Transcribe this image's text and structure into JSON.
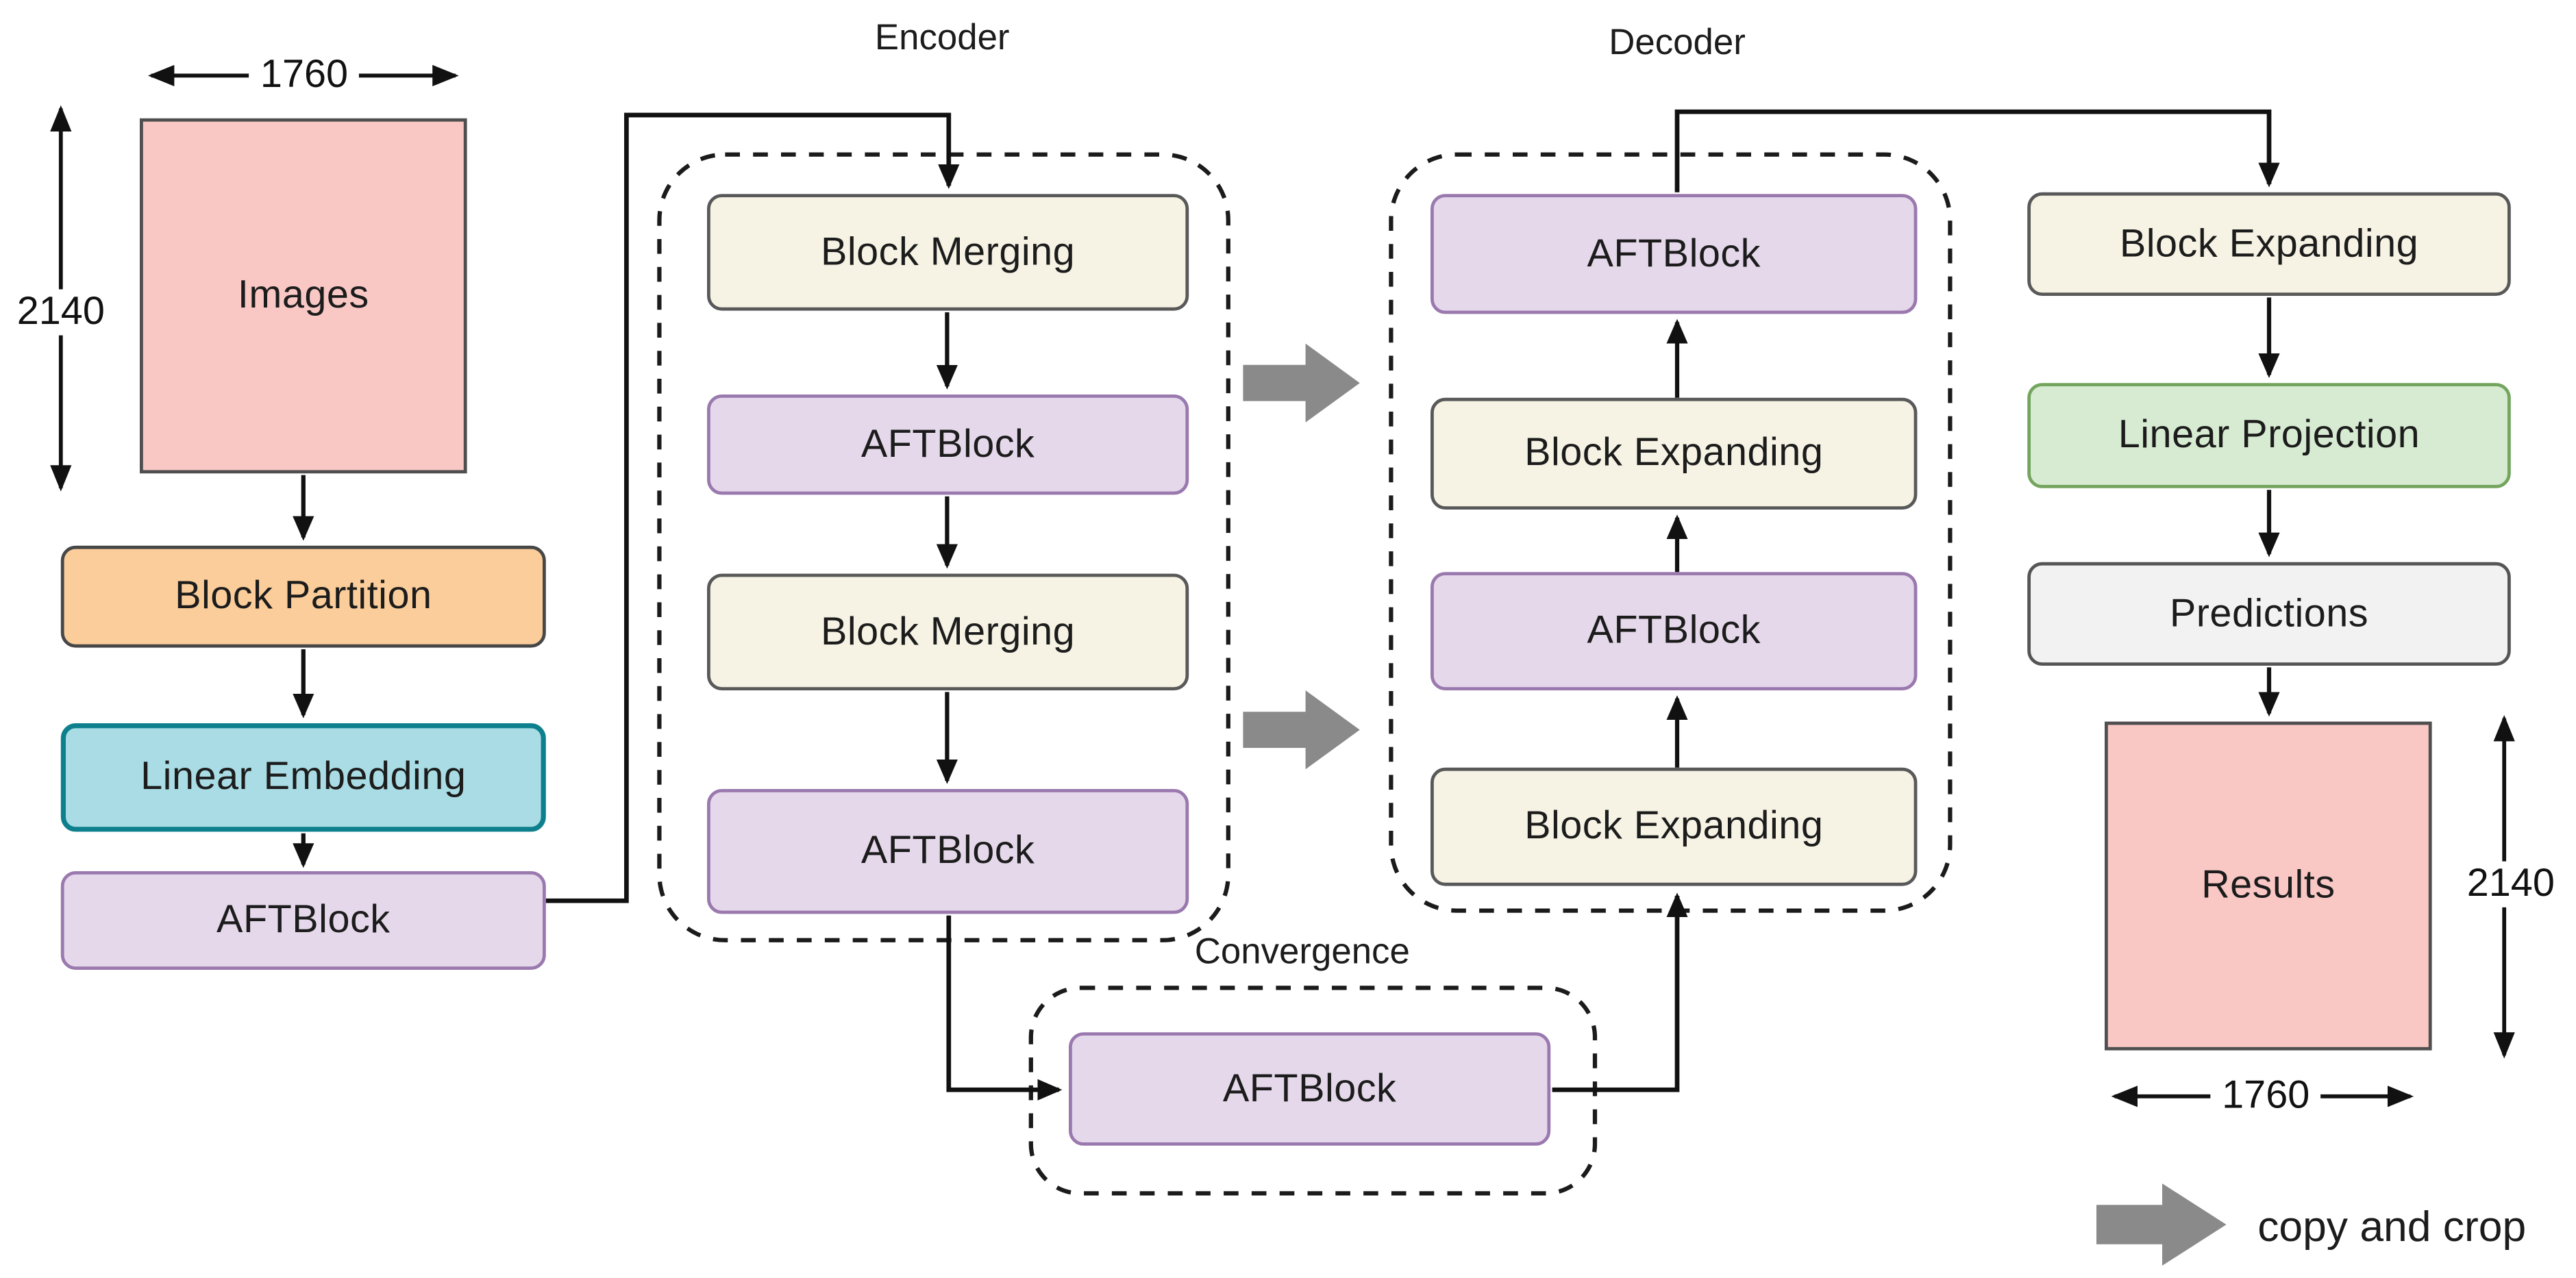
{
  "diagram": {
    "sections": {
      "encoder_label": "Encoder",
      "decoder_label": "Decoder",
      "convergence_label": "Convergence"
    },
    "left_flow": {
      "images": "Images",
      "block_partition": "Block Partition",
      "linear_embedding": "Linear Embedding",
      "aftblock": "AFTBlock"
    },
    "encoder": {
      "blocks": [
        "Block Merging",
        "AFTBlock",
        "Block Merging",
        "AFTBlock"
      ]
    },
    "decoder": {
      "blocks": [
        "AFTBlock",
        "Block Expanding",
        "AFTBlock",
        "Block Expanding"
      ]
    },
    "convergence": {
      "block": "AFTBlock"
    },
    "right_flow": {
      "block_expanding": "Block Expanding",
      "linear_projection": "Linear Projection",
      "predictions": "Predictions",
      "results": "Results"
    },
    "dimensions": {
      "input_width": "1760",
      "input_height": "2140",
      "output_height": "2140",
      "output_width": "1760"
    },
    "legend": {
      "copy_and_crop": "copy and crop"
    },
    "colors": {
      "pink_fill": "#F9C8C5",
      "orange_fill": "#FACD9A",
      "teal_fill": "#A9DCE4",
      "teal_border": "#0E7F8C",
      "purple_fill": "#E5D8EB",
      "purple_border": "#9A79AE",
      "beige_fill": "#F6F3E4",
      "green_fill": "#D6EBD1",
      "green_border": "#74A55F",
      "gray_fill": "#F2F2F2",
      "copy_arrow_gray": "#8A8A8A",
      "line_black": "#111111"
    }
  }
}
